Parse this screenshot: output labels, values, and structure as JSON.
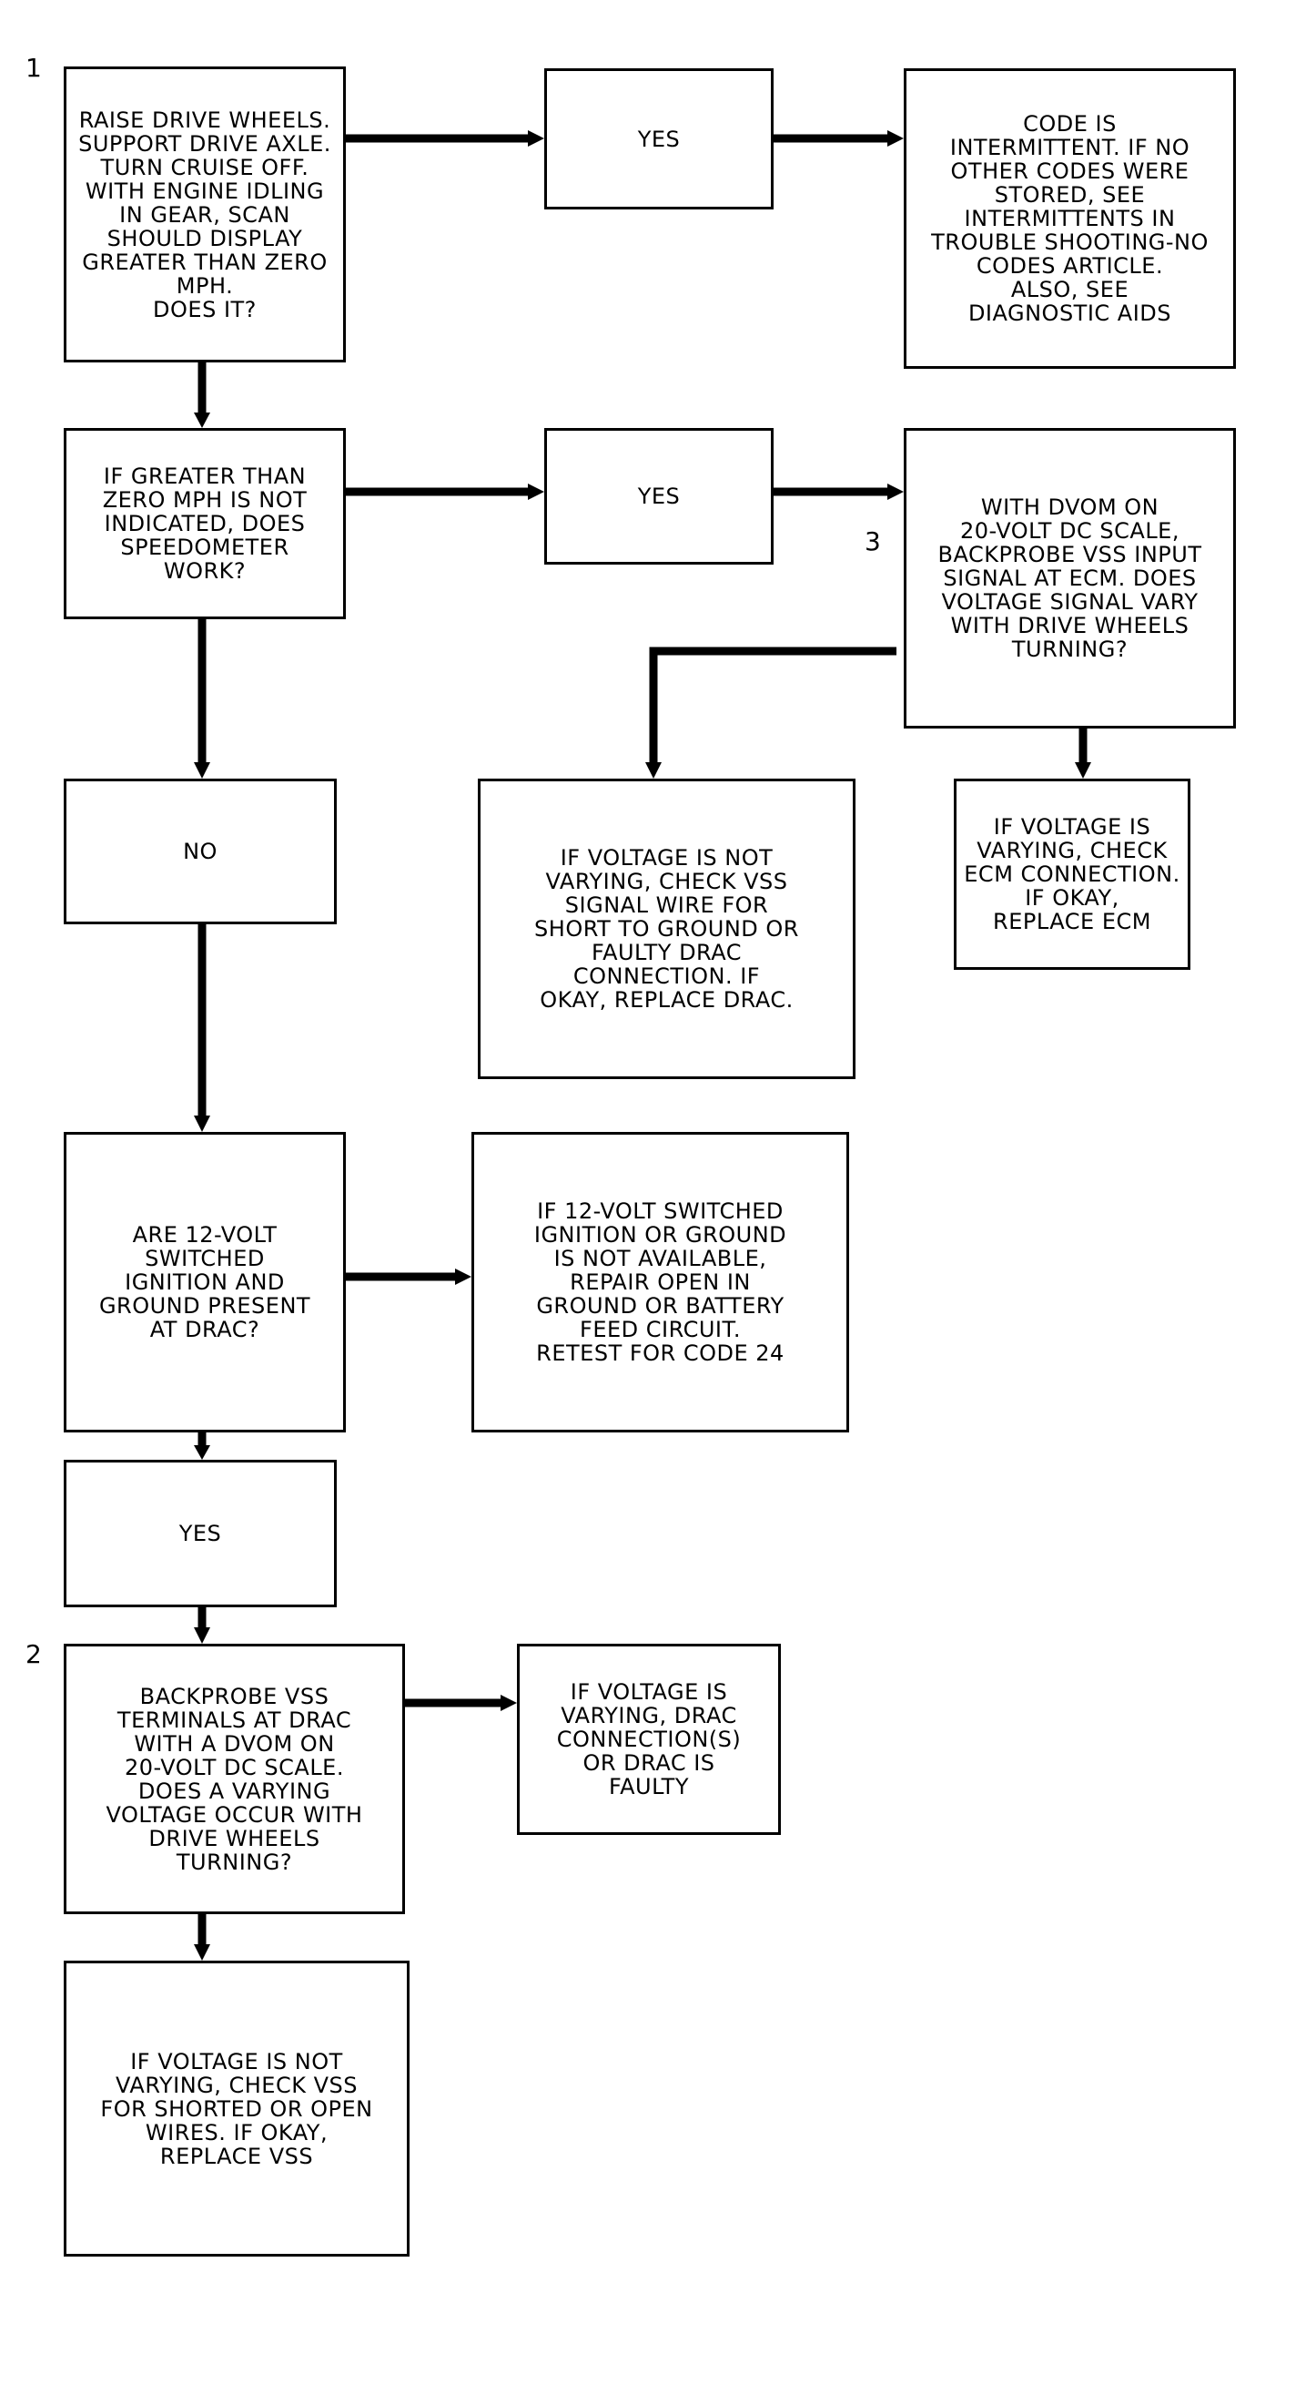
{
  "boxes": {
    "b1": "RAISE DRIVE WHEELS.\nSUPPORT DRIVE AXLE.\nTURN CRUISE OFF.\nWITH ENGINE IDLING\nIN GEAR, SCAN\nSHOULD DISPLAY\nGREATER THAN ZERO\nMPH.\nDOES IT?",
    "b2": "YES",
    "b3": "CODE IS\nINTERMITTENT. IF NO\nOTHER CODES WERE\nSTORED, SEE\nINTERMITTENTS IN\nTROUBLE SHOOTING-NO\nCODES ARTICLE.\nALSO, SEE\nDIAGNOSTIC AIDS",
    "b4": "IF GREATER THAN\nZERO MPH IS NOT\nINDICATED, DOES\nSPEEDOMETER\nWORK?",
    "b5": "YES",
    "b6": "WITH DVOM ON\n20-VOLT DC SCALE,\nBACKPROBE VSS INPUT\nSIGNAL AT ECM. DOES\nVOLTAGE SIGNAL VARY\nWITH DRIVE WHEELS\nTURNING?",
    "b7": "NO",
    "b8": "IF VOLTAGE IS NOT\nVARYING, CHECK VSS\nSIGNAL WIRE FOR\nSHORT TO GROUND OR\nFAULTY DRAC\nCONNECTION. IF\nOKAY, REPLACE DRAC.",
    "b9": "IF VOLTAGE IS\nVARYING, CHECK\nECM CONNECTION.\nIF OKAY,\nREPLACE ECM",
    "b10": "ARE 12-VOLT\nSWITCHED\nIGNITION AND\nGROUND PRESENT\nAT DRAC?",
    "b11": "IF 12-VOLT SWITCHED\nIGNITION OR GROUND\nIS NOT AVAILABLE,\nREPAIR OPEN IN\nGROUND OR BATTERY\nFEED CIRCUIT.\nRETEST FOR CODE 24",
    "b12": "YES",
    "b13": "BACKPROBE VSS\nTERMINALS AT DRAC\nWITH A DVOM ON\n20-VOLT DC SCALE.\nDOES A VARYING\nVOLTAGE OCCUR WITH\nDRIVE WHEELS\nTURNING?",
    "b14": "IF VOLTAGE IS\nVARYING, DRAC\nCONNECTION(S)\nOR DRAC IS\nFAULTY",
    "b15": "IF VOLTAGE IS NOT\nVARYING, CHECK VSS\nFOR SHORTED OR OPEN\nWIRES. IF OKAY,\nREPLACE VSS"
  },
  "steps": {
    "s1": "1",
    "s2": "2",
    "s3": "3"
  }
}
